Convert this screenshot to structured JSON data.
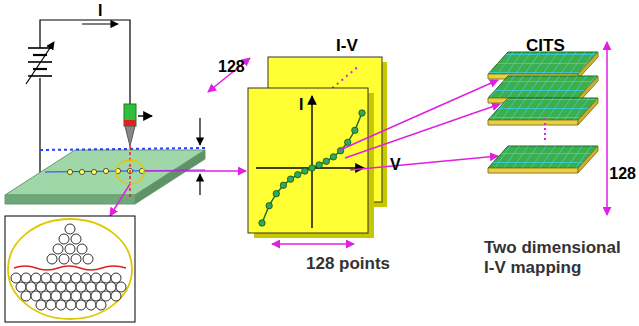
{
  "diagram": {
    "labels": [
      "I",
      "I-V",
      "CITS",
      "128",
      "128",
      "I",
      "V",
      "128 points",
      "Two dimensional I-V mapping"
    ]
  }
}
